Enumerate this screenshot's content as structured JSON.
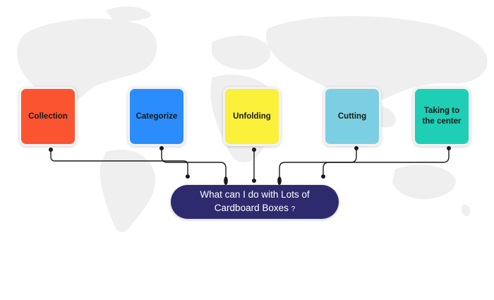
{
  "diagram": {
    "center": {
      "line1": "What can I do with Lots of",
      "line2": "Cardboard Boxes",
      "question_mark": "?"
    },
    "nodes": [
      {
        "label": "Collection",
        "color": "#fb5430"
      },
      {
        "label": "Categorize",
        "color": "#2a8dfb"
      },
      {
        "label": "Unfolding",
        "color": "#fbf03a"
      },
      {
        "label": "Cutting",
        "color": "#7ccfe3"
      },
      {
        "label": "Taking to the center",
        "color": "#1ecfb6"
      }
    ],
    "colors": {
      "hub": "#2e2a6e",
      "connector": "#1a1a1a",
      "map": "#eeeeee"
    }
  }
}
